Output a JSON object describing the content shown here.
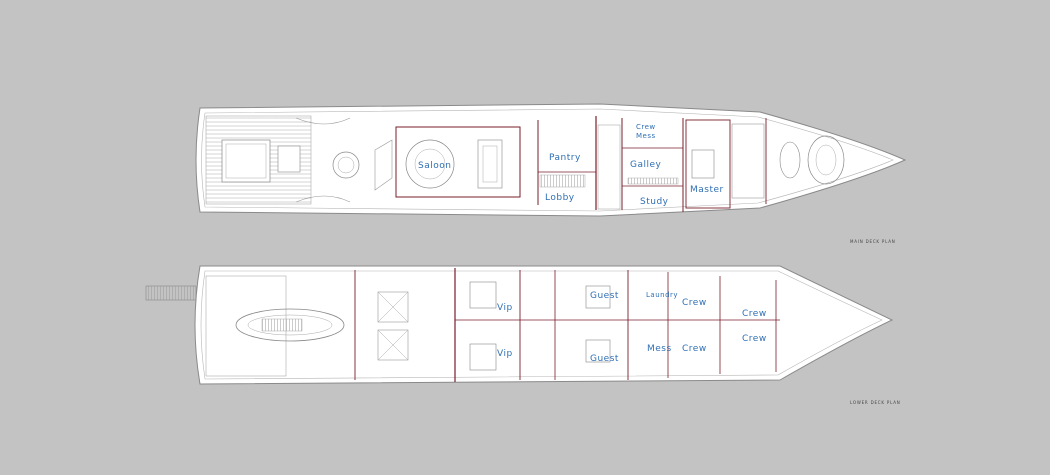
{
  "colors": {
    "background": "#c3c3c3",
    "hull_fill": "#ffffff",
    "line": "#8a8a8a",
    "bulkhead": "#7a1f2b",
    "room_label": "#2f6fb5"
  },
  "main_deck": {
    "caption": "MAIN DECK PLAN",
    "rooms": {
      "saloon": "Saloon",
      "pantry": "Pantry",
      "lobby": "Lobby",
      "crew_mess": "Crew\nMess",
      "galley": "Galley",
      "study": "Study",
      "master": "Master"
    }
  },
  "lower_deck": {
    "caption": "LOWER DECK PLAN",
    "rooms": {
      "vip_top": "Vip",
      "vip_bottom": "Vip",
      "guest_top": "Guest",
      "guest_bottom": "Guest",
      "laundry": "Laundry",
      "mess": "Mess",
      "crew_1": "Crew",
      "crew_2": "Crew",
      "crew_3": "Crew",
      "crew_4": "Crew"
    }
  }
}
